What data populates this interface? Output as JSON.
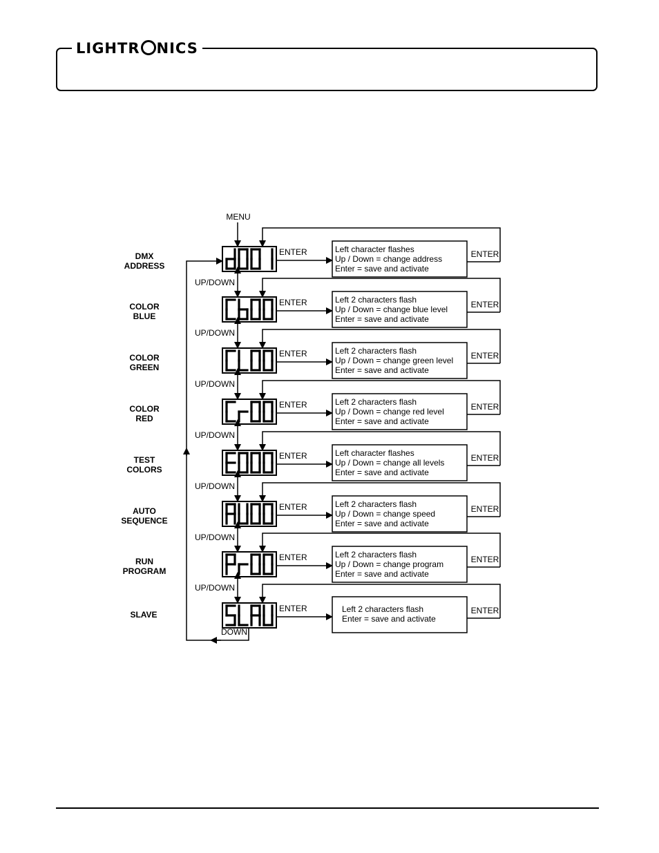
{
  "header": {
    "logo_text": "LIGHTRONICS",
    "logo_pre": "LIGHTR",
    "logo_post": "NICS"
  },
  "diagram": {
    "menu_label": "MENU",
    "enter_label": "ENTER",
    "updown_label": "UP/DOWN",
    "down_label": "DOWN",
    "rows": [
      {
        "mode": [
          "DMX",
          "ADDRESS"
        ],
        "display": "d001",
        "desc": [
          "Left character flashes",
          "Up / Down = change address",
          "Enter = save and activate"
        ]
      },
      {
        "mode": [
          "COLOR",
          "BLUE"
        ],
        "display": "Cb00",
        "desc": [
          "Left 2 characters flash",
          "Up / Down = change blue level",
          "Enter = save and activate"
        ]
      },
      {
        "mode": [
          "COLOR",
          "GREEN"
        ],
        "display": "CL00",
        "desc": [
          "Left 2 characters flash",
          "Up / Down = change green level",
          "Enter = save and activate"
        ]
      },
      {
        "mode": [
          "COLOR",
          "RED"
        ],
        "display": "Cr00",
        "desc": [
          "Left 2 characters flash",
          "Up / Down = change red level",
          "Enter = save and activate"
        ]
      },
      {
        "mode": [
          "TEST",
          "COLORS"
        ],
        "display": "E000",
        "desc": [
          "Left character flashes",
          "Up / Down = change all levels",
          "Enter = save and activate"
        ]
      },
      {
        "mode": [
          "AUTO",
          "SEQUENCE"
        ],
        "display": "AU00",
        "desc": [
          "Left 2 characters flash",
          "Up / Down = change speed",
          "Enter = save and activate"
        ]
      },
      {
        "mode": [
          "RUN",
          "PROGRAM"
        ],
        "display": "Pr00",
        "desc": [
          "Left 2 characters flash",
          "Up / Down = change program",
          "Enter = save and activate"
        ]
      },
      {
        "mode": [
          "SLAVE"
        ],
        "display": "SLAV",
        "desc": [
          "Left 2 characters flash",
          "Enter = save and activate"
        ]
      }
    ]
  }
}
